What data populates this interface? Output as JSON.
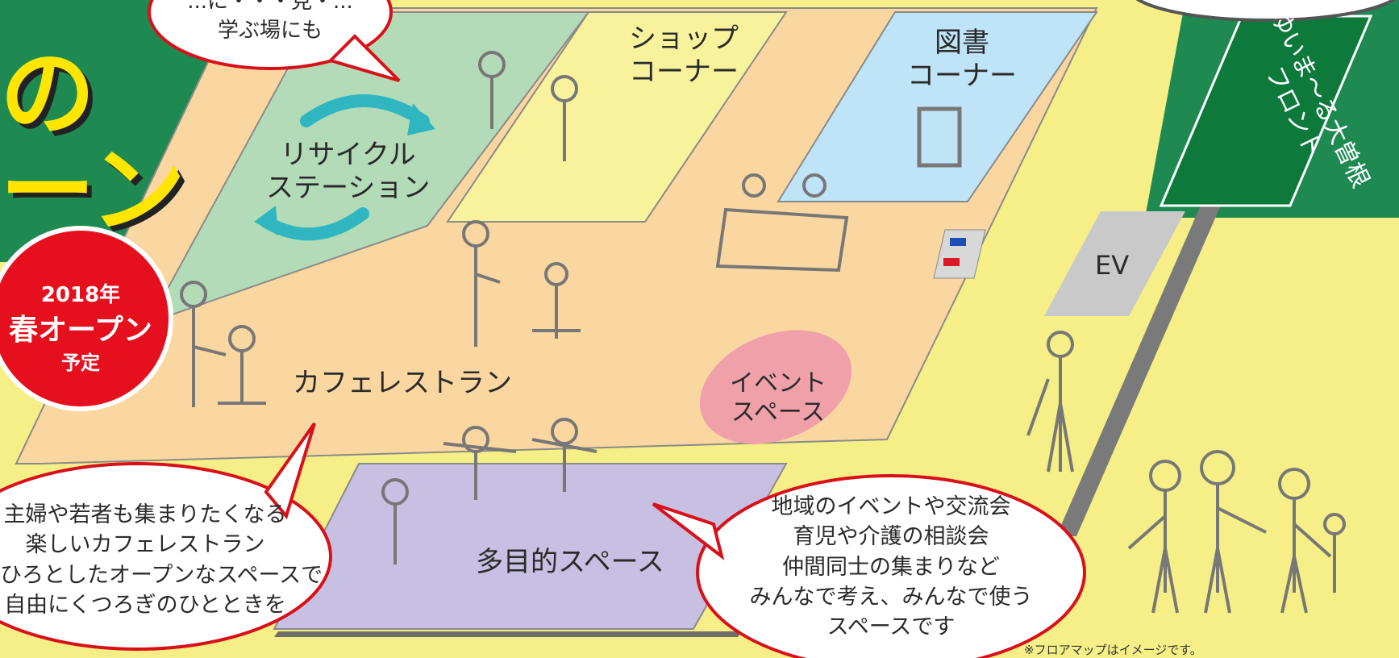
{
  "title_fragments": [
    "の",
    "ーン"
  ],
  "badge": {
    "year": "2018年",
    "main": "春オープン",
    "sub": "予定"
  },
  "zones": {
    "recycle": "リサイクル\nステーション",
    "shop": "ショップ\nコーナー",
    "library": "図書\nコーナー",
    "cafe": "カフェレストラン",
    "event": "イベント\nスペース",
    "multipurpose": "多目的スペース",
    "front": "ゆいま〜る大曽根\nフロント",
    "elevator": "EV"
  },
  "bubbles": {
    "top_left": [
      "...に・・・見・...",
      "学ぶ場にも"
    ],
    "bottom_left": [
      "主婦や若者も集まりたくなる",
      "楽しいカフェレストラン",
      "ひろとしたオープンなスペースで",
      "自由にくつろぎのひとときを"
    ],
    "bottom_center": [
      "地域のイベントや交流会",
      "育児や介護の相談会",
      "仲間同士の集まりなど",
      "みんなで考え、みんなで使う",
      "スペースです"
    ]
  },
  "footnote": "※フロアマップはイメージです。",
  "colors": {
    "background_green": "#1e8a52",
    "floor_yellow": "#f6ee86",
    "recycle_green": "#b3dbb8",
    "shop_yellow": "#f8f29c",
    "library_blue": "#bfe3f7",
    "cafe_orange": "#fad7a0",
    "event_pink": "#f0a0a8",
    "multipurpose_purple": "#c7c0e2",
    "front_green": "#0d7a3c",
    "badge_red": "#e60f1e",
    "bubble_border_red": "#d9101a",
    "title_yellow": "#ffe600",
    "arrow_teal": "#2fb6c0"
  }
}
